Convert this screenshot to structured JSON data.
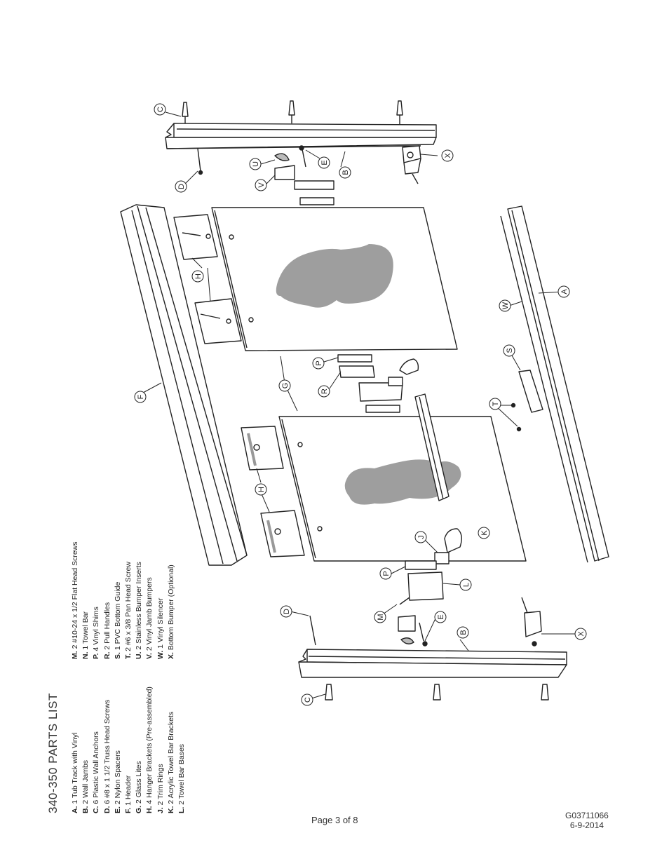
{
  "parts_list": {
    "title": "340-350 PARTS LIST",
    "column_1": [
      {
        "letter": "A.",
        "text": "1 Tub Track with Vinyl"
      },
      {
        "letter": "B.",
        "text": "2 Wall Jambs"
      },
      {
        "letter": "C.",
        "text": "6 Plastic Wall Anchors"
      },
      {
        "letter": "D.",
        "text": "6 #8 x 1 1/2 Truss Head Screws"
      },
      {
        "letter": "E.",
        "text": "2 Nylon Spacers"
      },
      {
        "letter": "F.",
        "text": "1 Header"
      },
      {
        "letter": "G.",
        "text": "2 Glass Lites"
      },
      {
        "letter": "H.",
        "text": "4 Hanger Brackets (Pre-assembled)"
      },
      {
        "letter": "J.",
        "text": "2 Trim Rings"
      },
      {
        "letter": "K.",
        "text": "2 Acrylic Towel Bar Brackets"
      },
      {
        "letter": "L.",
        "text": "2 Towel Bar Bases"
      }
    ],
    "column_2": [
      {
        "letter": "M.",
        "text": "2 #10-24 x 1/2 Flat Head Screws"
      },
      {
        "letter": "N.",
        "text": "1 Towel Bar"
      },
      {
        "letter": "P.",
        "text": "4 Vinyl Shims"
      },
      {
        "letter": "R.",
        "text": "2 Pull Handles"
      },
      {
        "letter": "S.",
        "text": "1 PVC Bottom Guide"
      },
      {
        "letter": "T.",
        "text": "2 #6 x 3/8 Pan Head Screw"
      },
      {
        "letter": "U.",
        "text": "2 Stainless Bumper Inserts"
      },
      {
        "letter": "V.",
        "text": "2 Vinyl Jamb Bumpers"
      },
      {
        "letter": "W.",
        "text": "1 Vinyl Silencer"
      },
      {
        "letter": "X.",
        "text": "Bottom Bumper (Optional)"
      }
    ]
  },
  "callouts": {
    "c_top": "C",
    "d_top": "D",
    "u": "U",
    "v": "V",
    "e_top": "E",
    "b_top": "B",
    "x_top": "X",
    "h_top": "H",
    "f": "F",
    "g": "G",
    "p_mid": "P",
    "r": "R",
    "s": "S",
    "t": "T",
    "w": "W",
    "a": "A",
    "h_bottom": "H",
    "j": "J",
    "k": "K",
    "p_bottom": "P",
    "l": "L",
    "m": "M",
    "d_bottom": "D",
    "e_bottom": "E",
    "b_bottom": "B",
    "x_bottom": "X",
    "c_bottom": "C"
  },
  "footer": {
    "page": "Page 3 of 8",
    "doc_number": "G03711066",
    "date": "6-9-2014"
  },
  "colors": {
    "line": "#222222",
    "fill_gray": "#9e9e9e",
    "fill_light": "#d9d9d9"
  }
}
